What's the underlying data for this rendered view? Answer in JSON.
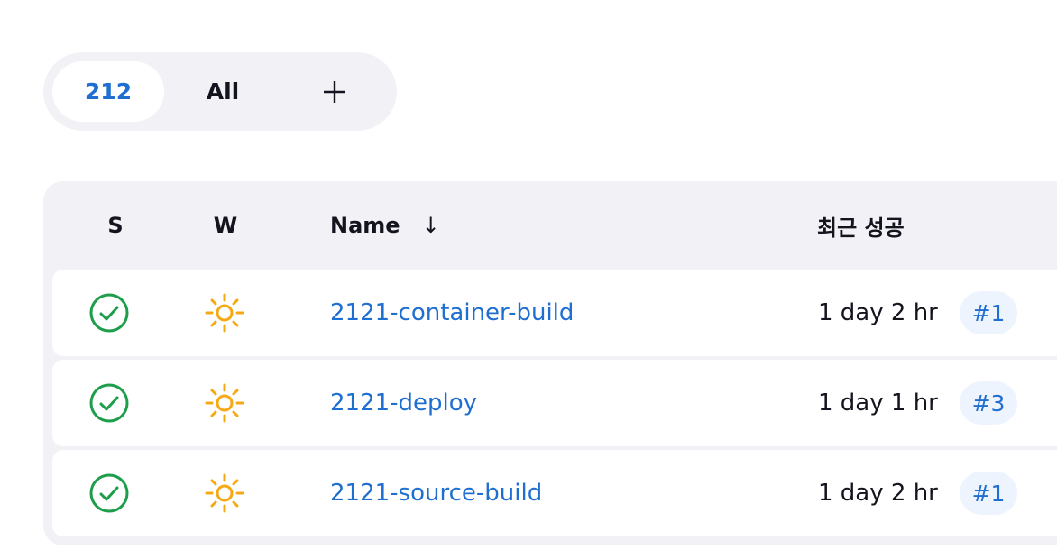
{
  "tabs": {
    "active_label": "212",
    "all_label": "All",
    "add_icon": "plus-icon"
  },
  "table": {
    "headers": {
      "status": "S",
      "weather": "W",
      "name": "Name",
      "name_sort_arrow": "↓",
      "last_success": "최근 성공"
    },
    "rows": [
      {
        "status_icon": "success-check-icon",
        "weather_icon": "sunny-icon",
        "name": "2121-container-build",
        "last_success": "1 day 2 hr",
        "build": "#1"
      },
      {
        "status_icon": "success-check-icon",
        "weather_icon": "sunny-icon",
        "name": "2121-deploy",
        "last_success": "1 day 1 hr",
        "build": "#3"
      },
      {
        "status_icon": "success-check-icon",
        "weather_icon": "sunny-icon",
        "name": "2121-source-build",
        "last_success": "1 day 2 hr",
        "build": "#1"
      }
    ]
  },
  "colors": {
    "accent": "#1f6fd0",
    "success": "#1e9e4a",
    "weather_sun": "#f5a915",
    "panel_bg": "#f2f2f6"
  }
}
